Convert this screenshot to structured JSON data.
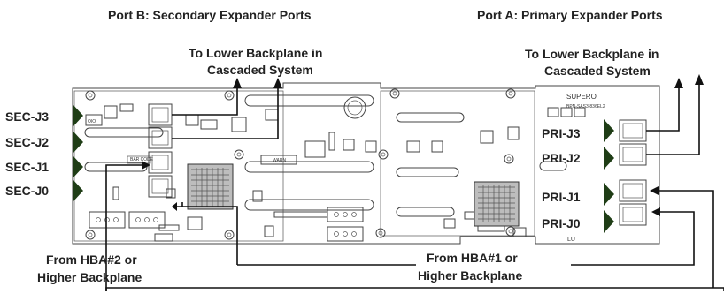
{
  "headers": {
    "port_b": "Port B: Secondary Expander Ports",
    "port_a": "Port A: Primary Expander Ports"
  },
  "notes": {
    "lower_left_1": "To Lower Backplane in",
    "lower_left_2": "Cascaded System",
    "lower_right_1": "To Lower Backplane in",
    "lower_right_2": "Cascaded System",
    "hba2_1": "From HBA#2 or",
    "hba2_2": "Higher Backplane",
    "hba1_1": "From HBA#1 or",
    "hba1_2": "Higher Backplane"
  },
  "sec_ports": [
    "SEC-J3",
    "SEC-J2",
    "SEC-J1",
    "SEC-J0"
  ],
  "pri_ports": [
    "PRI-J3",
    "PRI-J2",
    "PRI-J1",
    "PRI-J0"
  ],
  "board_text": {
    "brand": "SUPERO",
    "model": "BPN-SAS3-836EL2",
    "code": "BAR CODE",
    "warn": "WARN",
    "lu": "LU"
  },
  "colors": {
    "port_marker": "#1f3d16",
    "chip": "#bdbdbd"
  }
}
